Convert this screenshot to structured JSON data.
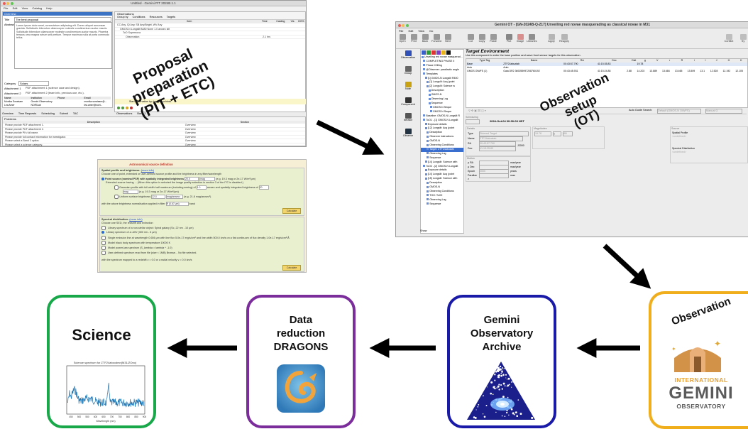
{
  "pit": {
    "title": "Untitled - Gemini PIT 2024B.1.1",
    "menu": [
      "File",
      "Edit",
      "View",
      "Catalog",
      "Help"
    ],
    "overview_header": "Overview",
    "title_label": "Title",
    "title_value": "The best proposal",
    "abstract_label": "Abstract",
    "abstract_text": "Lorem ipsum dolor amet, consectetuer adipiscing elit. Donec aliquet accumsan gravida. Sollicitudin bibendum ullamcorper molestie condimentum auctor mauris. Sollicitudin bibendum ullamcorper molestie condimentum auctor mauris. Pharetra tempus urna magna rutrum sed pretium. Tempor maximus nulla at porta commodo tellus.",
    "category_label": "Category",
    "category_value": "Solars",
    "attachment1_label": "Attachment 1",
    "attachment1_value": "PDF attachment 1 (science case and design).",
    "attachment2_label": "Attachment 2",
    "attachment2_value": "PDF attachment 2 (team info, previous use, etc.).",
    "investigator_cols": [
      "Name",
      "Institution",
      "Phone",
      "Email"
    ],
    "investigators": [
      [
        "Monika Soraisam",
        "Gemini Observatory",
        "",
        "monika.soraisam@..."
      ],
      [
        "Lea Amer",
        "NOIRLab",
        "",
        "lea.amer@noirl..."
      ]
    ],
    "observations_header": "Observations",
    "obs_tabs": [
      "Group by",
      "Conditions",
      "Resources",
      "Targets"
    ],
    "obs_cols": [
      "Item",
      "Time",
      "Casting",
      "Vis",
      "GO%"
    ],
    "obs_rows": [
      "CC Any, IQ Any, SB Any/Bright, WV Any",
      "GMOS-N Longslit B480 None 1.0 arcsec slit",
      "ToO Supernova",
      "Observation"
    ],
    "obs_time": "2.1 hrs",
    "bottom_tabs": [
      "Overview",
      "Time Requests",
      "Scheduling",
      "Submit",
      "TAC"
    ],
    "bottom_tabs2": [
      "Observations",
      "Band 3"
    ],
    "problems_header": "Problems",
    "problems_cols": [
      "Description",
      "Section"
    ],
    "problems": [
      [
        "Please provide PDF attachment 1.",
        "Overview"
      ],
      [
        "Please provide PDF attachment 2.",
        "Overview"
      ],
      [
        "Please provide PI's full name.",
        "Overview"
      ],
      [
        "Please provide full contact information for investigator.",
        "Overview"
      ],
      [
        "Please select a Band 3 option.",
        "Overview"
      ],
      [
        "Please select a science category.",
        "Overview"
      ],
      [
        "Please specify a time request.",
        "Overview"
      ]
    ],
    "start_observation_text": "Start observation by dragging a block"
  },
  "itc": {
    "heading": "Astronomical source definition",
    "spatial_title": "Spatial profile and brightness:",
    "spatial_link": "(more info)",
    "spatial_sub": "Choose one of point, extended or user-defined source profile and the brightness in any filter/wavelength",
    "point_source": "Point source (nominal PSF) with spatially integrated brightness",
    "point_value": "20.0",
    "point_units": "mag",
    "point_example": "(e.g. 19.3 mag or 2e-17 W/m²/µm)",
    "extended_source": "Extended source having ... (When this option is selected the image quality selection in section 3 of the ITC is disabled.)",
    "gaussian_text": "Gaussian profile with full width half maximum (including seeing) of",
    "gaussian_fwhm": "1.0",
    "gaussian_text2": "arcsec and spatially integrated brightness of",
    "gaussian_value": "20",
    "gaussian_units": "mag",
    "gaussian_example": "(e.g. 19.3 mag or 2e-17 W/m²/µm)",
    "uniform_text": "Uniform surface brightness",
    "uniform_value": "22.0",
    "uniform_units": "mag/arcsec²",
    "uniform_example": "(e.g. 21.8 mag/arcsec²)",
    "normalisation_text": "with the above brightness normalisation applied in filter",
    "normalisation_filter": "R (0.67 µm)",
    "normalisation_tail": "band",
    "calculate_label": "Calculate",
    "spectral_title": "Spectral distribution:",
    "spectral_link": "(more info)",
    "spectral_sub": "Choose one SED, the redshift and extinction",
    "sed_options": [
      "Library spectrum of a non-stellar object:  Spiral galaxy (Sc, 22 nm - 10 µm)",
      "Library spectrum of a:  A0V  (300 nm - 6 µm)",
      "Single emission line at wavelength 0.656  µm with line flux 5.0e-17  erg/s/cm²  and line width 500.0  km/s on a flat continuum of flux density 1.0e-17 erg/s/cm²/Å",
      "Model black body spectrum with temperature 10000 K",
      "Model power-law spectrum (S_lambda = lambda ^ -1.0)",
      "User-defined spectrum read from file (size < 1MB)  Browse...  No file selected."
    ],
    "redshift_text": "with the spectrum mapped to a redshift  z = 0.0  or a radial velocity  v = 0.0  km/s"
  },
  "ot": {
    "title": "Gemini OT - [GN-2024B-Q-217] Unveiling red novae masquerading as classical novae in M31",
    "menu": [
      "File",
      "Edit",
      "View",
      "Go"
    ],
    "toolbar": [
      "Open",
      "Print",
      "Back",
      "Forward",
      "Next",
      "Cut",
      "Copy",
      "Paste",
      "Plot",
      "Image",
      "Libraries",
      "Apply",
      "Reapply",
      "Conflict",
      "Sy"
    ],
    "side_buttons": [
      "Observation",
      "Group",
      "Note",
      "Component",
      "Iterator",
      "Observe"
    ],
    "tree": [
      "Unveiling red novae masquerad...",
      "COMPLETING PHASE II",
      "Phase II filling",
      "@Observer: parallactic angle",
      "Templates",
      "[1] GMOS-N Longslit R400",
      "[1] Longslit: Acq (point",
      "[2] Longslit: Science w",
      "Description",
      "GMOS-N",
      "Observing Log",
      "Sequence",
      "GMOS-N Seque",
      "GMOS-N Seque",
      "Baseline: GMOS-N Longslit R",
      "ToO1 - [1] GMOS-N Longslit",
      "Exposure details",
      "[12] Longslit: Acq (point",
      "Description",
      "Observer instructions",
      "GMOS-N",
      "Observing Conditions",
      "Target: ZTF24abuztat",
      "Observing Log",
      "Sequence",
      "[14] Longslit: Science with",
      "ToO2 - [2] GMOS-N Longslit",
      "Exposure details",
      "[14] Longslit: Acq (point",
      "[15] Longslit: Science with",
      "Description",
      "GMOS-N",
      "Observing Conditions",
      "TOO: ToO2",
      "Observing Log",
      "Sequence"
    ],
    "show_label": "Show",
    "panel_title": "Target Environment",
    "panel_sub": "Use this component to enter the base position and wave front sensor targets for this observation.",
    "target_cols": [
      "Type Tag",
      "Name",
      "RA",
      "Dec",
      "Dist",
      "g",
      "V",
      "r",
      "R",
      "i",
      "I",
      "J",
      "H",
      "K"
    ],
    "target_rows": [
      [
        "Base",
        "ZTF24abuztab",
        "00:43:57.790",
        "41:15:35.83",
        "",
        "19.78",
        "",
        "",
        "",
        "",
        "",
        "",
        "",
        ""
      ],
      [
        "Auto",
        "Auto",
        "",
        "",
        "",
        "",
        "",
        "",
        "",
        "",
        "",
        "",
        "",
        ""
      ],
      [
        "GMOS OIWFS (1)",
        "Gaia DR2 369255997208760192",
        "00:43:45.931",
        "41:15:24.88",
        "2.88",
        "14.203",
        "13.889",
        "13.684",
        "13.465",
        "13.509",
        "13.1",
        "12.528",
        "12.192",
        "12.105"
      ]
    ],
    "auto_guide_label": "Auto Guide Search:",
    "auto_guide_value": "Default (GMOS-N OIWFS)",
    "manual_label": "Manual G",
    "scheduling_label": "Scheduling",
    "scheduling_date": "2024-Oct-04 00:00:03 HST",
    "details_label": "Details",
    "type_label": "Type",
    "type_value": "Sidereal Target",
    "name_label": "Name",
    "name_value": "ZTF24abuztab",
    "ra_label": "RA",
    "ra_value": "00:43:57.790",
    "dec_label": "Dec",
    "dec_value": "41:15:35.83",
    "j2000": "J2000",
    "magnitudes_label": "Magnitudes",
    "mag_value": "19.78",
    "mag_band": "g",
    "mag_system": "AB",
    "motion_label": "Motion",
    "pm_ra_label": "µ RA",
    "pm_dec_label": "µ Dec",
    "epoch_label": "Epoch",
    "epoch_value": "2000",
    "parallax_label": "Parallax",
    "rv_label": "z",
    "pm_units": "mas/year",
    "epoch_units": "years",
    "parallax_units": "mas",
    "source_label": "Source",
    "spatial_profile_label": "Spatial Profile",
    "spatial_profile_value": "<undefined>",
    "spectral_dist_label": "Spectral Distribution",
    "spectral_dist_value": "<undefined>"
  },
  "stages": {
    "proposal": [
      "Proposal",
      "preparation",
      "(PIT + ETC)"
    ],
    "setup": [
      "Observation",
      "setup",
      "(OT)"
    ],
    "observation": "Observation",
    "archive": [
      "Gemini",
      "Observatory",
      "Archive"
    ],
    "reduction": [
      "Data",
      "reduction",
      "DRAGONS"
    ],
    "science": "Science",
    "gemini_logo": [
      "INTERNATIONAL",
      "GEMINI",
      "OBSERVATORY"
    ],
    "spectrum_title": "Science spectrum for ZTF24abzodmn(M31/ZOno)",
    "spectrum_xlabel": "Wavelength (nm)",
    "spectrum_xticks": [
      "450",
      "500",
      "550",
      "600",
      "650",
      "700",
      "750",
      "800",
      "850",
      "900"
    ]
  },
  "colors": {
    "science": "#18a84a",
    "reduction": "#7b2d9c",
    "archive": "#1a1aa8",
    "observation": "#f0ae1c",
    "arrow": "#000000"
  }
}
